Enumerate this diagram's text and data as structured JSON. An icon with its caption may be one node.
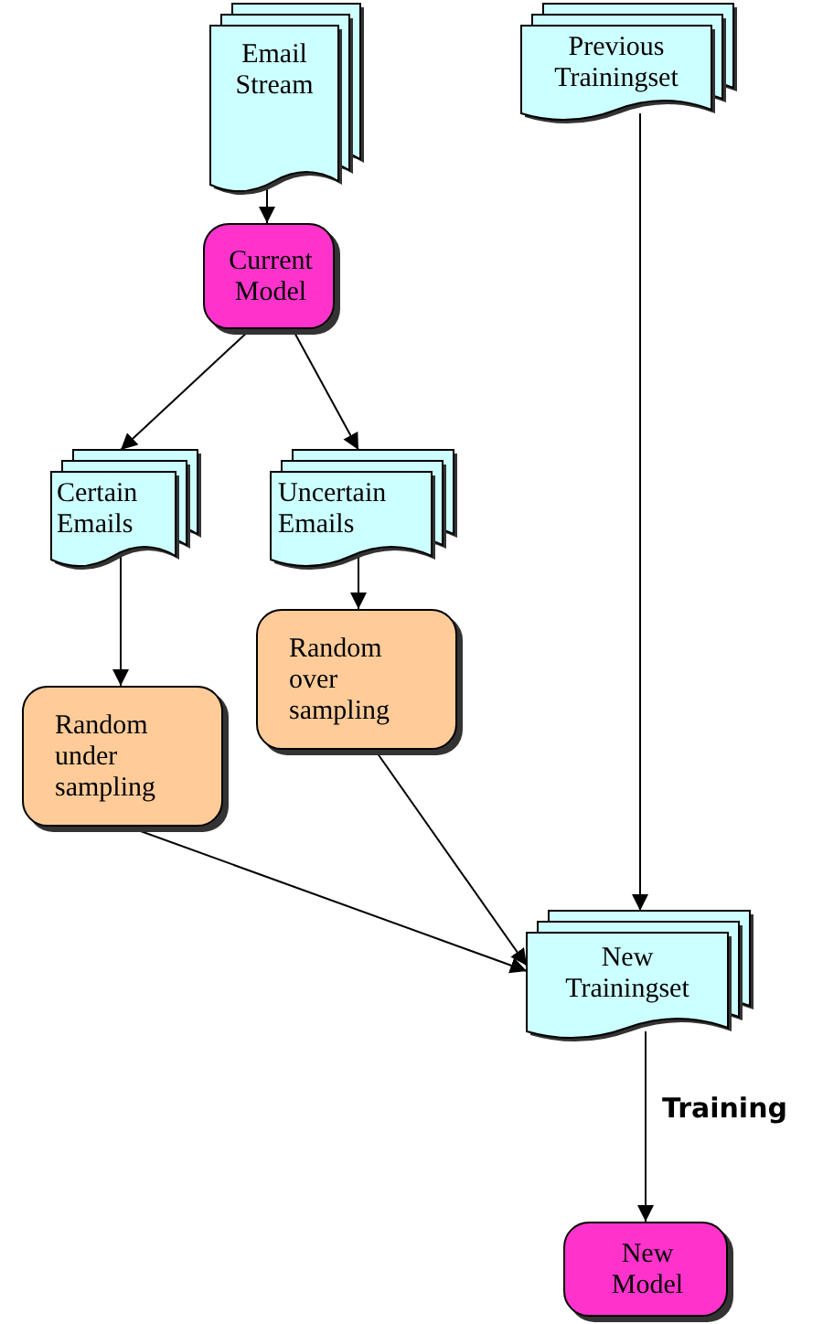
{
  "diagram": {
    "nodes": [
      {
        "text": [
          "Email Stream"
        ]
      },
      {
        "text": [
          "Current Model"
        ]
      },
      {
        "text": [
          "Certain Emails"
        ]
      },
      {
        "text": [
          "Uncertain Emails"
        ]
      },
      {
        "text": [
          "Random under sampling"
        ]
      },
      {
        "text": [
          "Random over sampling"
        ]
      },
      {
        "text": [
          "Previous Trainingset"
        ]
      },
      {
        "text": [
          "New Trainingset"
        ]
      },
      {
        "text": [
          "New Model"
        ]
      }
    ],
    "edges": [
      {
        "from": 0,
        "to": 1,
        "arrow": "to"
      },
      {
        "from": 1,
        "to": 2,
        "arrow": "to"
      },
      {
        "from": 1,
        "to": 3,
        "arrow": "to"
      },
      {
        "from": 2,
        "to": 4,
        "arrow": "to"
      },
      {
        "from": 3,
        "to": 5,
        "arrow": "to"
      },
      {
        "from": 4,
        "to": 7,
        "arrow": "to"
      },
      {
        "from": 5,
        "to": 7,
        "arrow": "to"
      },
      {
        "from": 6,
        "to": 7,
        "arrow": "to"
      },
      {
        "from": 7,
        "to": 8,
        "label": "Training",
        "arrow": "to"
      }
    ]
  }
}
